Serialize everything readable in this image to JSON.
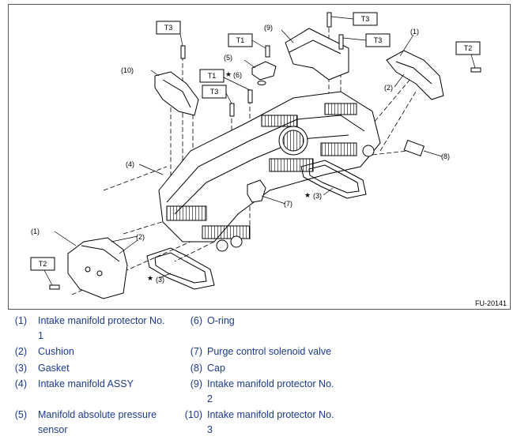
{
  "figure": {
    "id": "FU-20141",
    "torque_labels": [
      "T3",
      "T1",
      "T3",
      "T1",
      "T3",
      "T3",
      "T2",
      "T2"
    ],
    "callouts": [
      "(1)",
      "(2)",
      "(3)",
      "(4)",
      "(5)",
      "(6)",
      "(7)",
      "(8)",
      "(9)",
      "(10)"
    ],
    "star": "★"
  },
  "legend": [
    {
      "num": "(1)",
      "line1": "Intake manifold protector No.",
      "line2": "1"
    },
    {
      "num": "(2)",
      "line1": "Cushion",
      "line2": ""
    },
    {
      "num": "(3)",
      "line1": "Gasket",
      "line2": ""
    },
    {
      "num": "(4)",
      "line1": "Intake manifold ASSY",
      "line2": ""
    },
    {
      "num": "(5)",
      "line1": "Manifold absolute pressure",
      "line2": "sensor"
    },
    {
      "num": "(6)",
      "line1": "O-ring",
      "line2": ""
    },
    {
      "num": "(7)",
      "line1": "Purge control solenoid valve",
      "line2": ""
    },
    {
      "num": "(8)",
      "line1": "Cap",
      "line2": ""
    },
    {
      "num": "(9)",
      "line1": "Intake manifold protector No.",
      "line2": "2"
    },
    {
      "num": "(10)",
      "line1": "Intake manifold protector No.",
      "line2": "3"
    }
  ]
}
